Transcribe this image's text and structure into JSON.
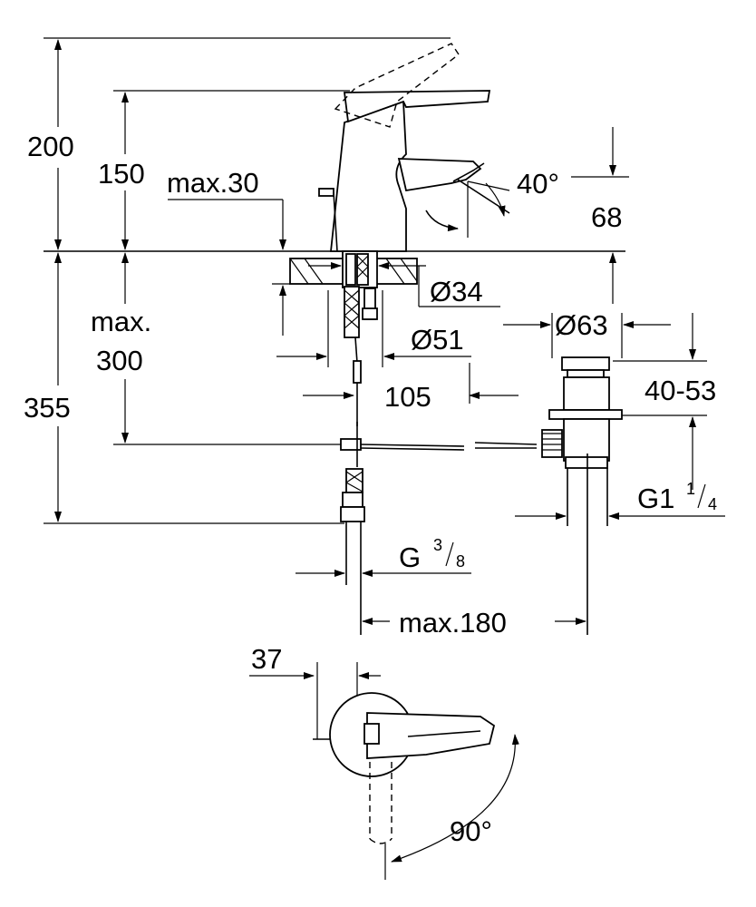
{
  "dimensions": {
    "d200": "200",
    "d150": "150",
    "max30": "max.30",
    "angle40": "40°",
    "d68": "68",
    "dia34": "Ø34",
    "max": "max.",
    "d300": "300",
    "dia51": "Ø51",
    "dia63": "Ø63",
    "d355": "355",
    "d105": "105",
    "d40_53": "40-53",
    "g1": "G1",
    "g1_num": "1",
    "g1_den": "4",
    "g": "G",
    "g_num": "3",
    "g_den": "8",
    "max180": "max.180",
    "d37": "37",
    "angle90": "90°"
  }
}
